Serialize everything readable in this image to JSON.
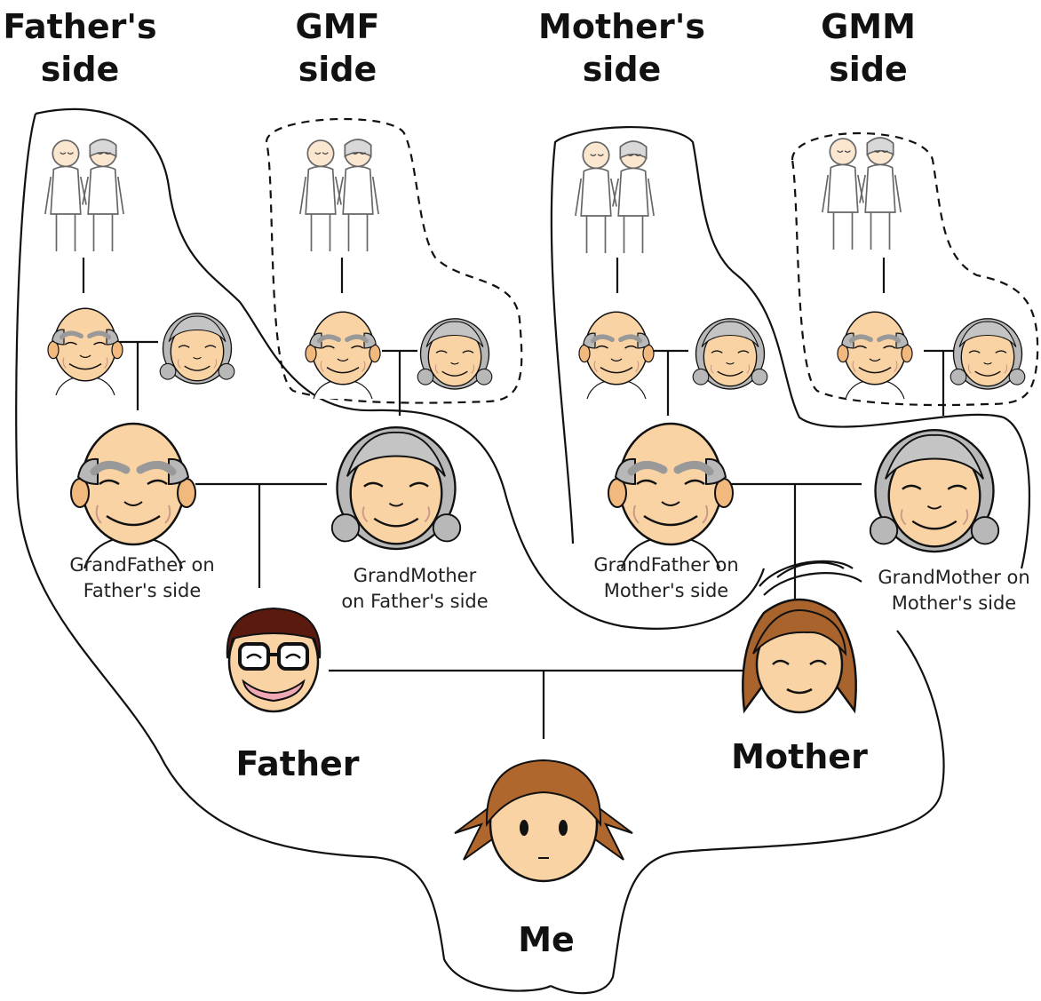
{
  "headers": {
    "fathers_side": [
      "Father's",
      "side"
    ],
    "gmf_side": [
      "GMF",
      "side"
    ],
    "mothers_side": [
      "Mother's",
      "side"
    ],
    "gmm_side": [
      "GMM",
      "side"
    ]
  },
  "labels": {
    "gf_father": [
      "GrandFather on",
      "Father's side"
    ],
    "gm_father": [
      "GrandMother",
      "on Father's side"
    ],
    "gf_mother": [
      "GrandFather on",
      "Mother's side"
    ],
    "gm_mother": [
      "GrandMother on",
      "Mother's side"
    ],
    "father": "Father",
    "mother": "Mother",
    "me": "Me"
  },
  "colors": {
    "skin": "#f9d3a4",
    "skin_shade": "#f2b97e",
    "grey_hair": "#b8b8b8",
    "father_hair": "#5a1a0e",
    "mother_hair": "#a8642c",
    "me_hair": "#b0672e",
    "outline": "#111111"
  }
}
